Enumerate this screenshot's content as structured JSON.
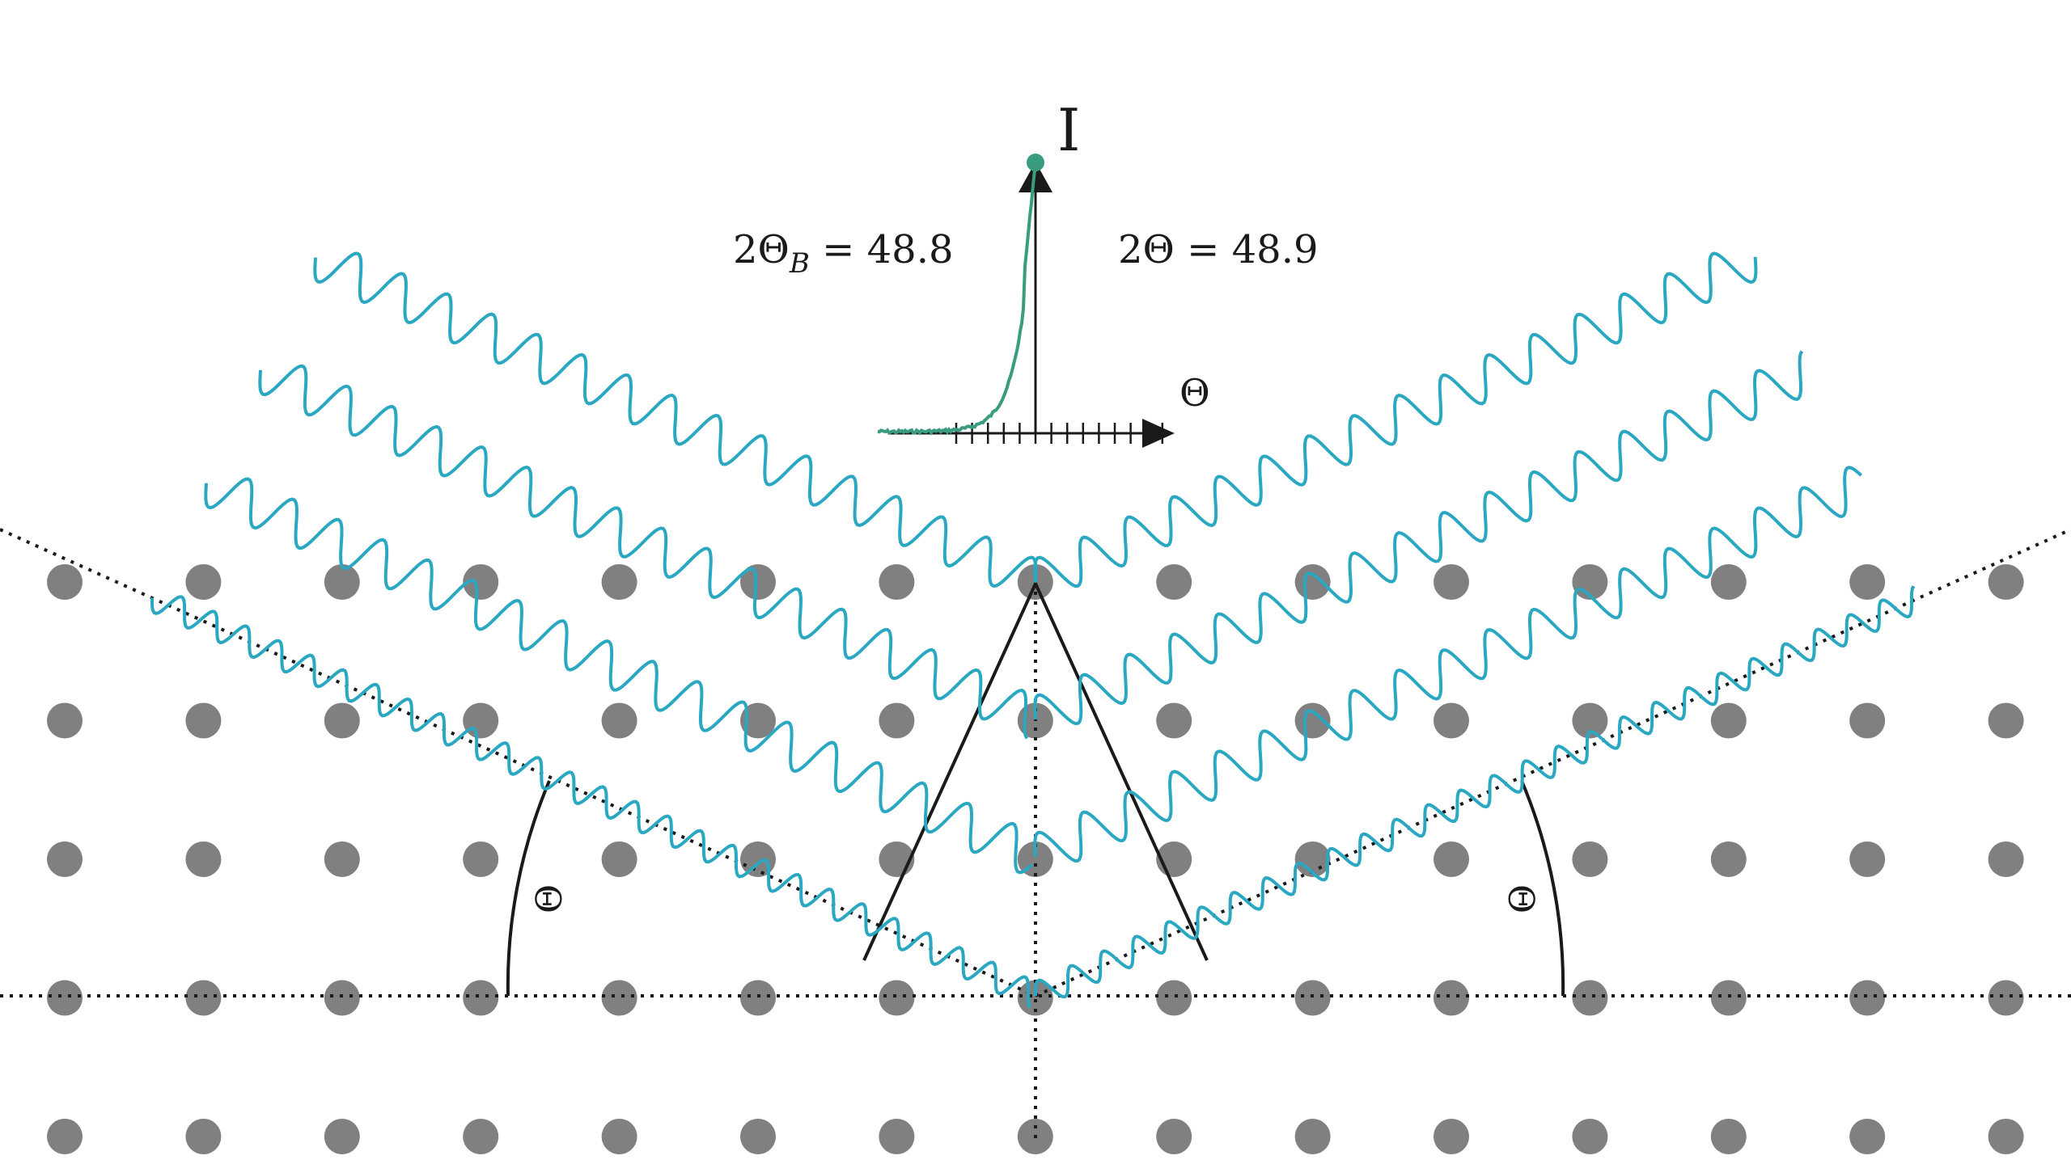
{
  "diagram": {
    "equation_left": {
      "main": "2Θ",
      "sub": "B",
      "rest": " = 48.8"
    },
    "equation_right": "2Θ = 48.9",
    "axis_y_label": "I",
    "axis_x_label": "Θ",
    "angle_label_left": "Θ",
    "angle_label_right": "Θ"
  },
  "lattice": {
    "columns": 15,
    "rows": 5,
    "color": "#808080"
  },
  "colors": {
    "wave": "#2aa7c1",
    "peak_curve": "#3a9c7f",
    "line": "#1a1a1a"
  }
}
